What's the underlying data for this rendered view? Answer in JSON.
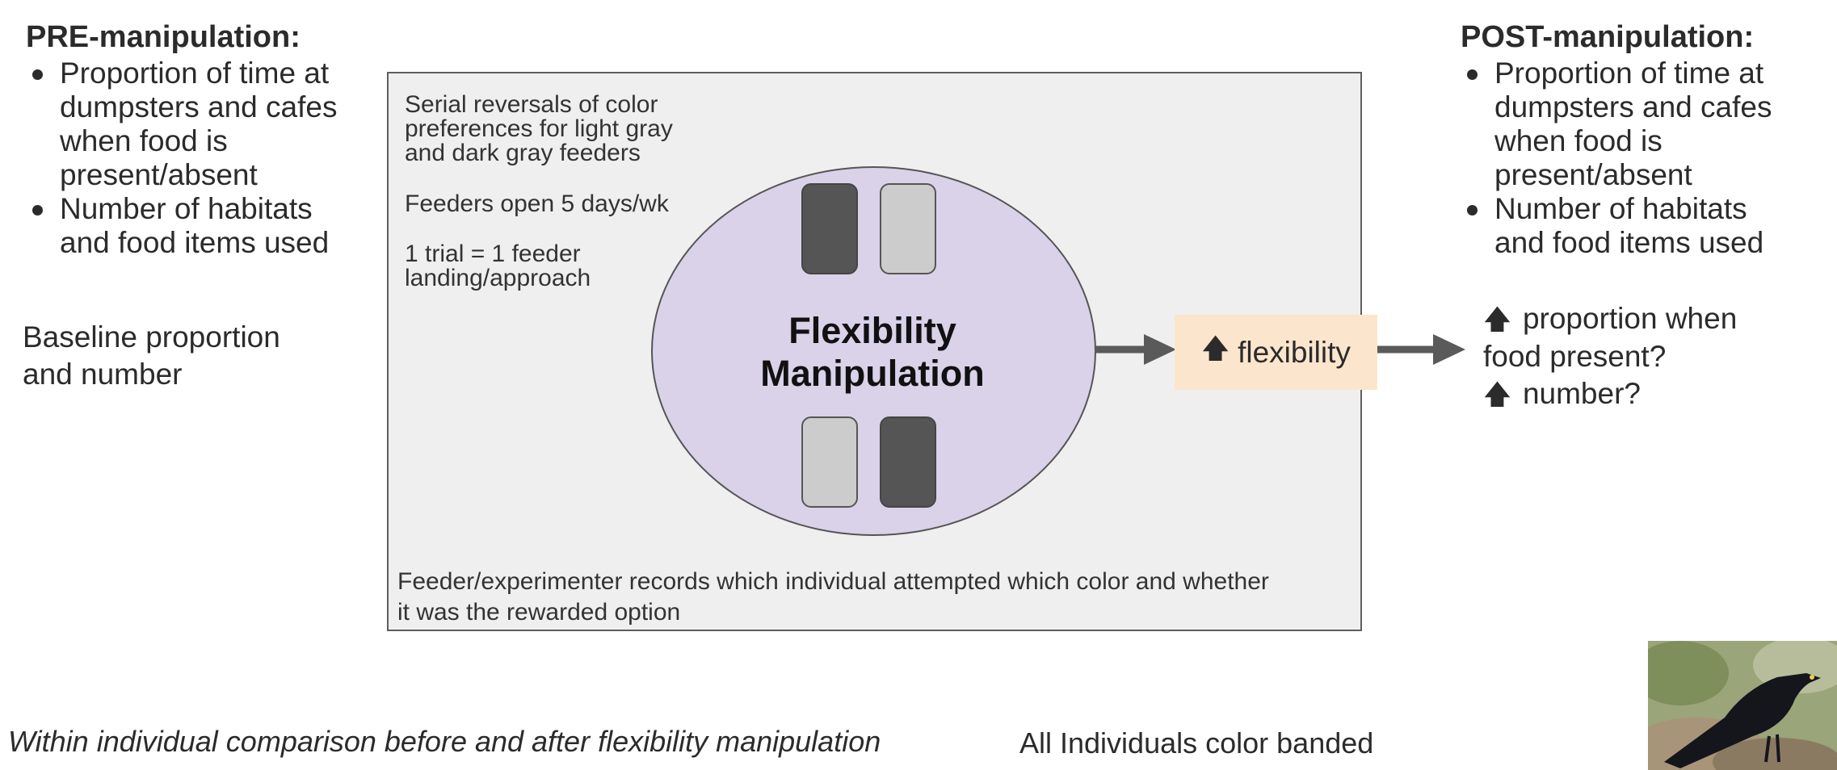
{
  "pre": {
    "heading": "PRE-manipulation:",
    "bullets": [
      "Proportion of time at dumpsters and cafes when food is present/absent",
      "Number of habitats and food items used"
    ],
    "baseline_line1": "Baseline proportion",
    "baseline_line2": "and number"
  },
  "post": {
    "heading": "POST-manipulation:",
    "bullets": [
      "Proportion of time at dumpsters and cafes when food is present/absent",
      "Number of habitats and food items used"
    ],
    "outcome_line1": "proportion when",
    "outcome_line2": "food present?",
    "outcome_line3": "number?"
  },
  "manipulation_box": {
    "notes": [
      "Serial reversals of color preferences for light gray and dark gray feeders",
      "Feeders open 5 days/wk",
      "1 trial = 1 feeder landing/approach"
    ],
    "bottom_note": "Feeder/experimenter records which individual attempted which color and whether it was the rewarded option",
    "title_line1": "Flexibility",
    "title_line2": "Manipulation"
  },
  "result_box": {
    "label": "flexibility"
  },
  "footer": {
    "comparison": "Within individual comparison before and after flexibility manipulation",
    "banding": "All Individuals color banded"
  },
  "colors": {
    "box_bg": "#efefef",
    "ellipse_fill": "#d9d2e9",
    "result_fill": "#fce5cd",
    "feeder_dark": "#555555",
    "feeder_light": "#cccccc",
    "arrow": "#5a5a5a"
  },
  "icons": [
    "up-arrow-icon",
    "right-arrow-icon",
    "grackle-photo"
  ]
}
